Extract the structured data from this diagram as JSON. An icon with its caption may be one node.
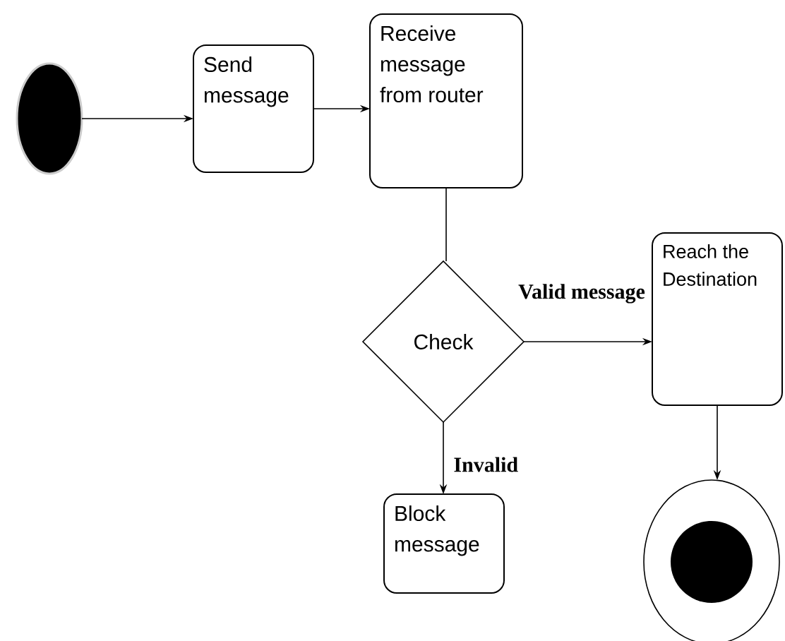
{
  "diagram": {
    "nodes": [
      {
        "text": [],
        "shape": "circle"
      },
      {
        "text": [
          "Send message"
        ]
      },
      {
        "text": [
          "Receive message from router"
        ]
      },
      {
        "text": [
          "Check"
        ]
      },
      {
        "text": [
          "Reach the Destination"
        ]
      },
      {
        "text": [
          "Block message"
        ]
      },
      {
        "text": [],
        "shape": "circle"
      }
    ],
    "edges": [
      {
        "from": 0,
        "to": 1,
        "arrow": "to"
      },
      {
        "from": 1,
        "to": 2,
        "arrow": "to"
      },
      {
        "from": 2,
        "to": 3,
        "arrow": "none"
      },
      {
        "from": 3,
        "to": 4,
        "arrow": "to",
        "label": "Valid message"
      },
      {
        "from": 3,
        "to": 5,
        "arrow": "to",
        "label": "Invalid"
      },
      {
        "from": 4,
        "to": 6,
        "arrow": "to"
      }
    ]
  }
}
